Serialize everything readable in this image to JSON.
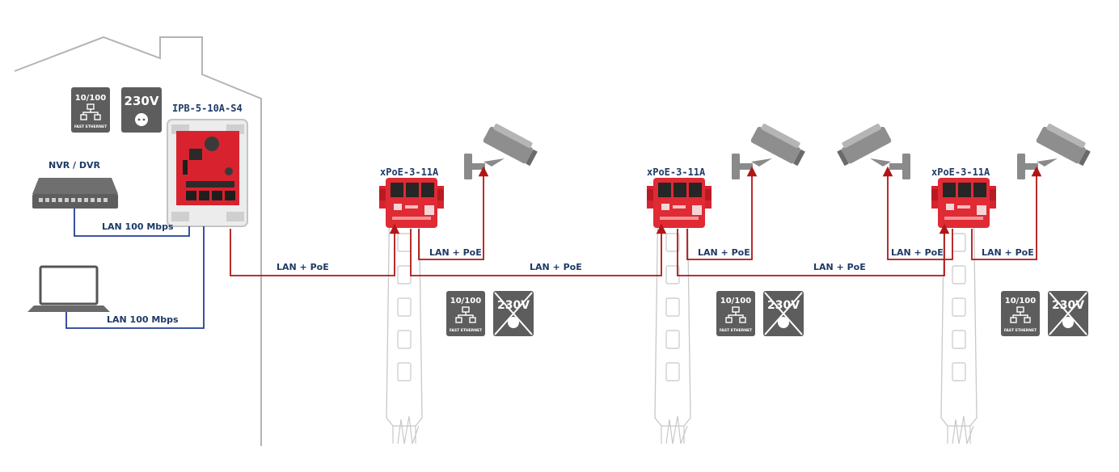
{
  "diagram": {
    "house": {
      "device_label": "IPB-5-10A-S4",
      "nvr_label": "NVR / DVR",
      "badges": {
        "speed_top": "10/100",
        "speed_bottom": "FAST ETHERNET",
        "power": "230V"
      },
      "links": [
        {
          "label": "LAN 100 Mbps"
        },
        {
          "label": "LAN 100 Mbps"
        }
      ]
    },
    "trunk_link_label": "LAN + PoE",
    "sites": [
      {
        "device_label": "xPoE-3-11A",
        "links": [
          {
            "label": "LAN + PoE"
          }
        ],
        "badges": {
          "speed_top": "10/100",
          "speed_bottom": "FAST ETHERNET",
          "no_power": "230V"
        }
      },
      {
        "device_label": "xPoE-3-11A",
        "links": [
          {
            "label": "LAN + PoE"
          }
        ],
        "badges": {
          "speed_top": "10/100",
          "speed_bottom": "FAST ETHERNET",
          "no_power": "230V"
        }
      },
      {
        "device_label": "xPoE-3-11A",
        "links": [
          {
            "label": "LAN + PoE"
          },
          {
            "label": "LAN + PoE"
          }
        ],
        "badges": {
          "speed_top": "10/100",
          "speed_bottom": "FAST ETHERNET",
          "no_power": "230V"
        }
      }
    ],
    "trunks": [
      {
        "label": "LAN + PoE"
      },
      {
        "label": "LAN + PoE"
      },
      {
        "label": "LAN + PoE"
      }
    ],
    "colors": {
      "poe_line": "#b01616",
      "lan_line": "#233d9a",
      "label": "#1e3a66",
      "device_red": "#d8232f",
      "badge_gray": "#5d5d5d"
    }
  }
}
